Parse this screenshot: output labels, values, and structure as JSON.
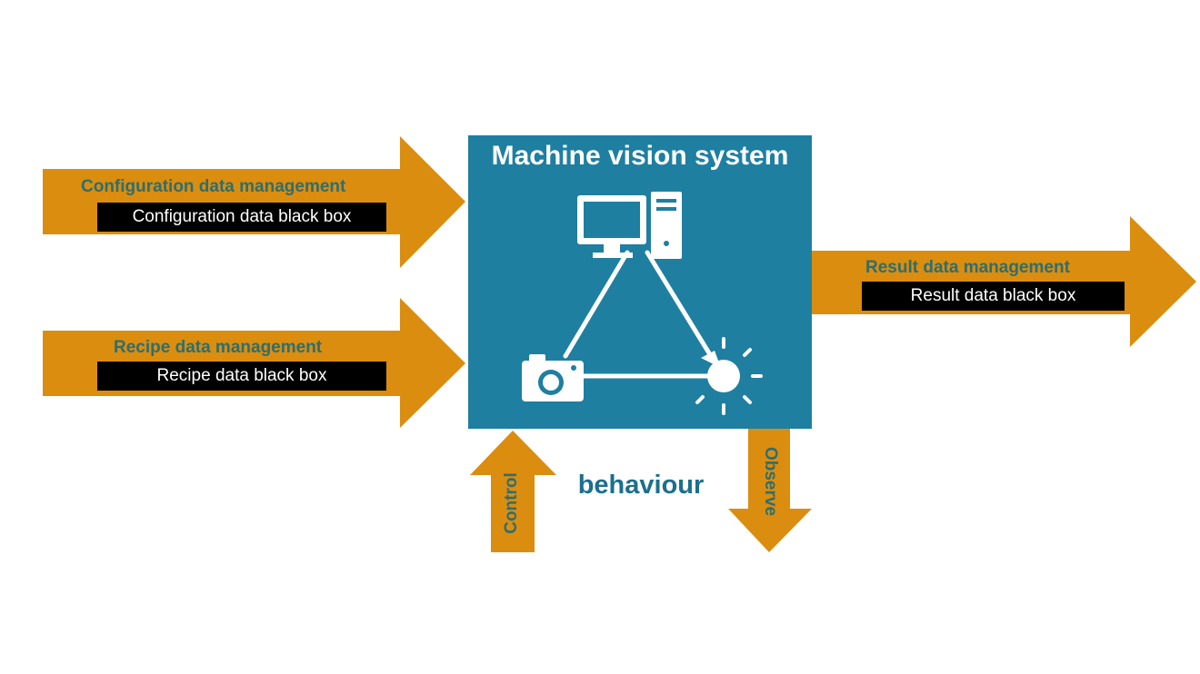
{
  "colors": {
    "arrow": "#db8d0f",
    "system_box": "#1e7fa1",
    "label_text": "#2e6e6e",
    "behaviour_text": "#1b6f8f",
    "icon": "#ffffff",
    "blackbox": "#000000"
  },
  "system": {
    "title": "Machine vision system",
    "icons": [
      "computer-icon",
      "camera-icon",
      "light-icon"
    ]
  },
  "inputs": {
    "configuration": {
      "label": "Configuration data management",
      "box": "Configuration data black box"
    },
    "recipe": {
      "label": "Recipe data management",
      "box": "Recipe data black box"
    }
  },
  "output": {
    "result": {
      "label": "Result data management",
      "box": "Result data black box"
    }
  },
  "behaviour": {
    "label": "behaviour",
    "control": "Control",
    "observe": "Observe"
  }
}
